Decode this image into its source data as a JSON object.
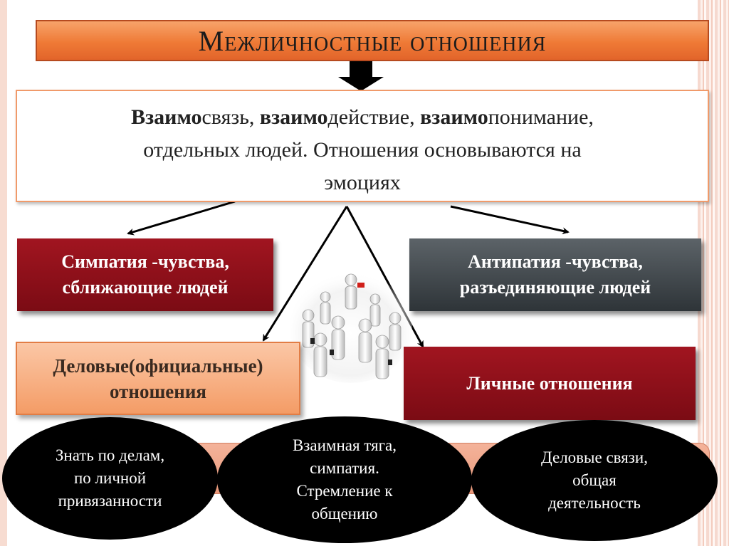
{
  "title": "Межличностные отношения",
  "definition": {
    "line1_part1_bold": "Взаимо",
    "line1_part1": "связь, ",
    "line1_part2_bold": "взаимо",
    "line1_part2": "действие, ",
    "line1_part3_bold": "взаимо",
    "line1_part3": "понимание,",
    "line2": "отдельных людей. Отношения основываются на",
    "line3": "эмоциях"
  },
  "sympathy": "Симпатия -чувства, сближающие людей",
  "antipathy": "Антипатия -чувства, разъединяющие людей",
  "business": "Деловые(официальные) отношения",
  "personal": "Личные отношения",
  "ovals": {
    "left": [
      "Знать по делам,",
      "по личной",
      "привязанности"
    ],
    "center": [
      "Взаимная тяга,",
      "симпатия.",
      "Стремление к",
      "общению"
    ],
    "right": [
      "Деловые связи,",
      "общая",
      "деятельность"
    ]
  },
  "colors": {
    "title_bg": "#ef7a36",
    "dark_red": "#8a0f18",
    "dark_gray": "#3f464a",
    "peach": "#f7b086",
    "oval_bg": "#000000"
  },
  "icons": [
    "down-arrow-icon",
    "people-group-image"
  ]
}
